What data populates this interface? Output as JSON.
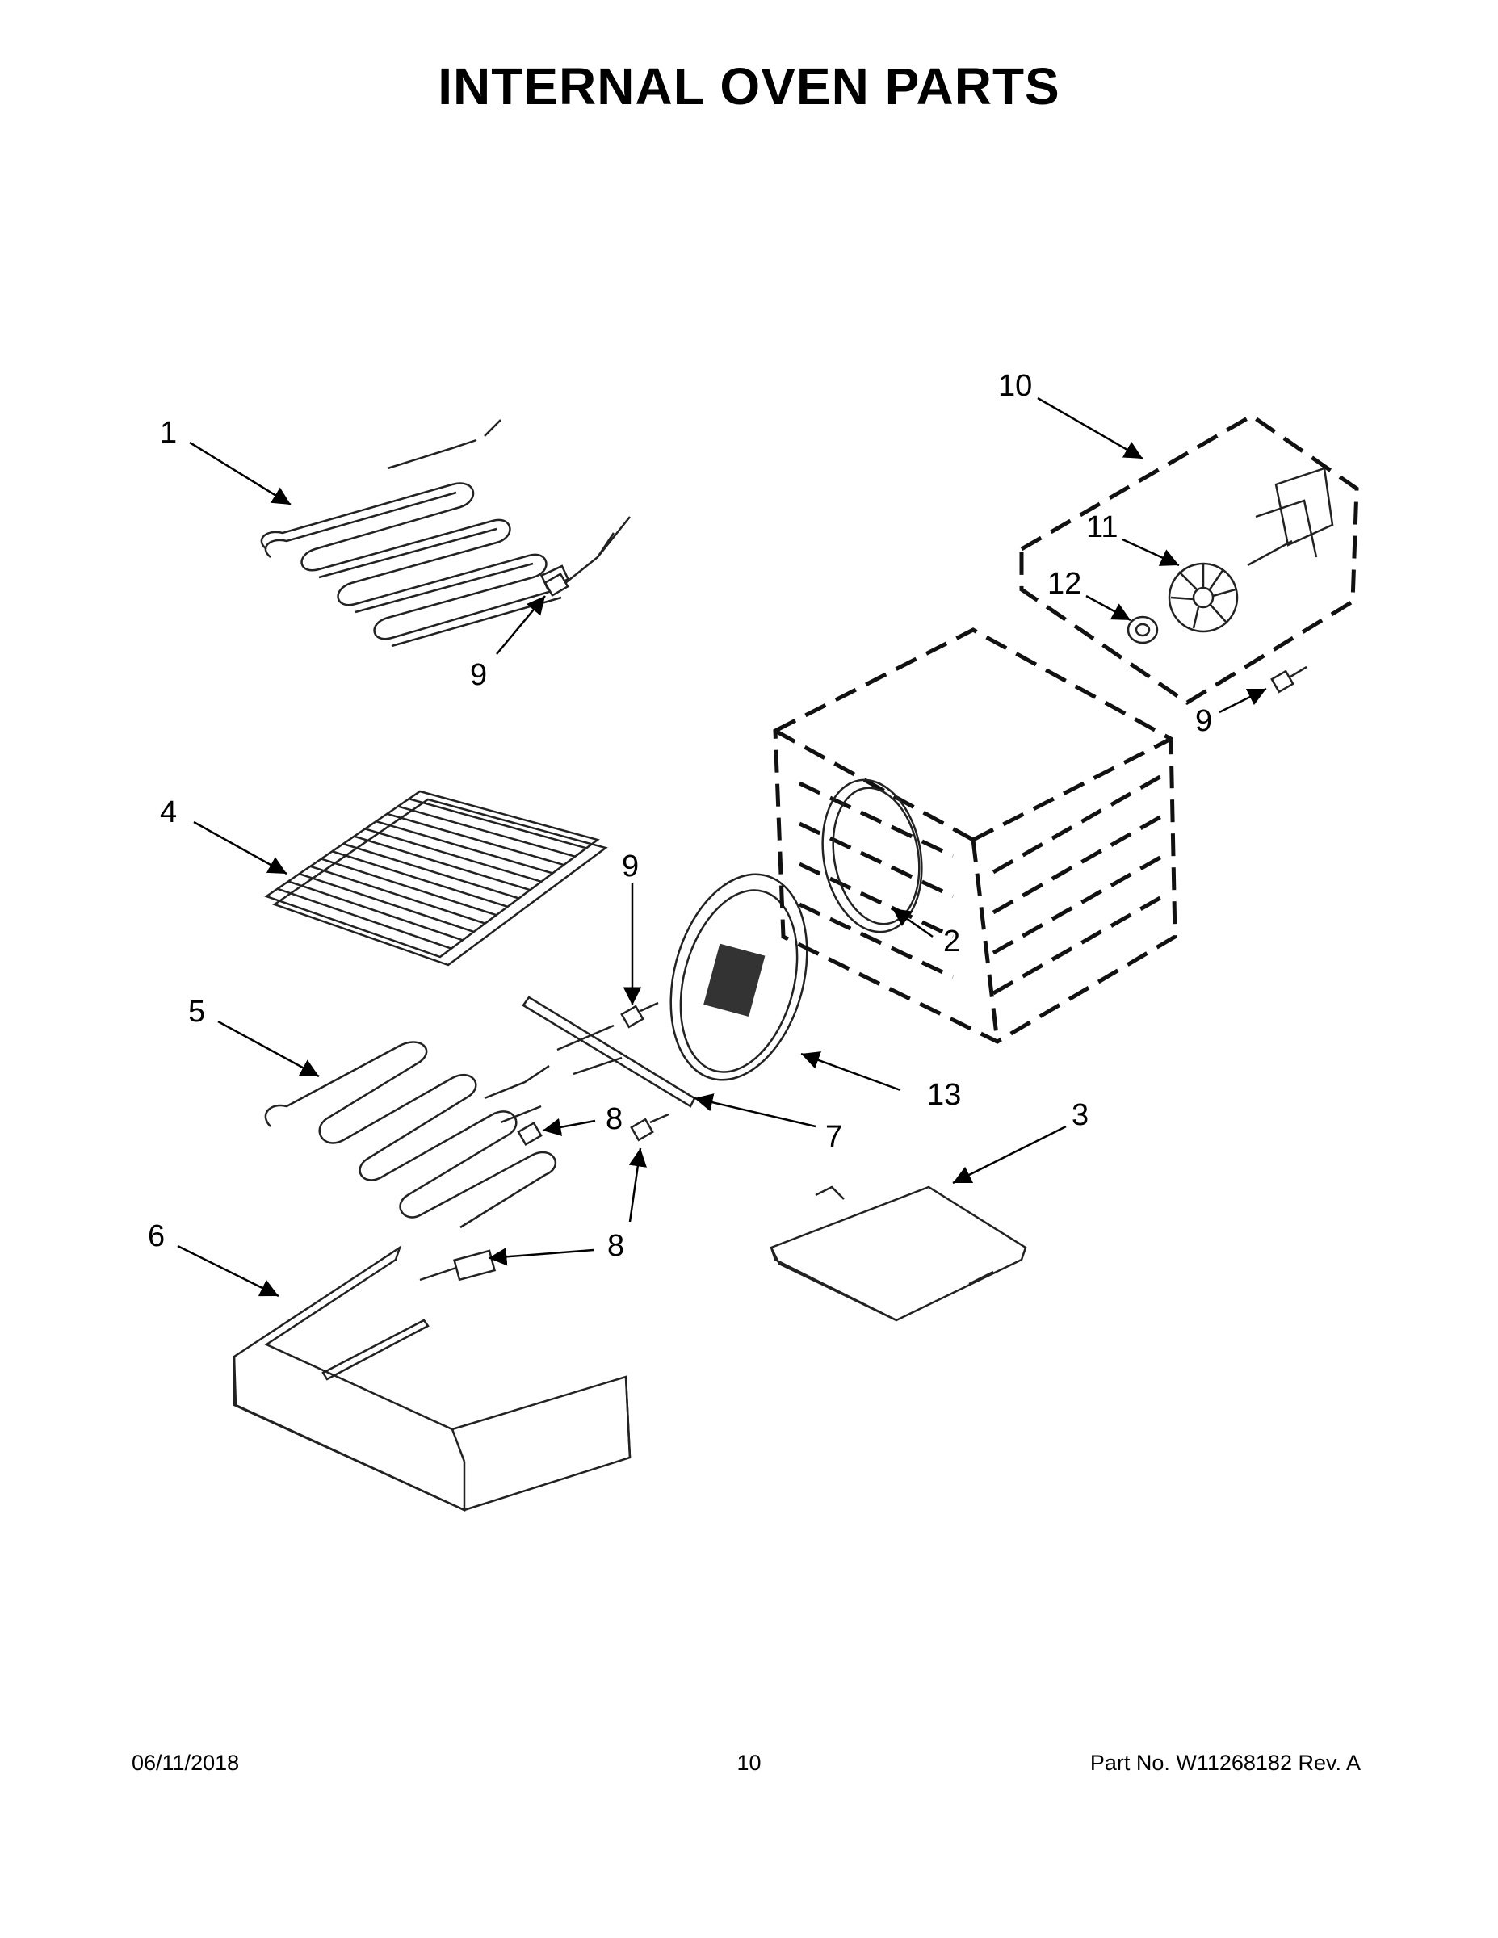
{
  "title": "INTERNAL OVEN PARTS",
  "callouts": {
    "c1": "1",
    "c2": "2",
    "c3": "3",
    "c4": "4",
    "c5": "5",
    "c6": "6",
    "c7": "7",
    "c8a": "8",
    "c8b": "8",
    "c9a": "9",
    "c9b": "9",
    "c9c": "9",
    "c10": "10",
    "c11": "11",
    "c12": "12",
    "c13": "13"
  },
  "footer": {
    "date": "06/11/2018",
    "page": "10",
    "part_no": "Part No.  W11268182  Rev.  A"
  }
}
